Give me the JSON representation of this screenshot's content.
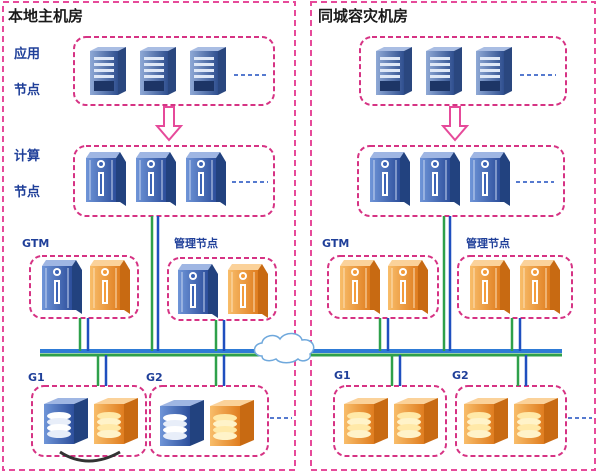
{
  "colors": {
    "site_border": "#e64a9a",
    "group_border": "#d63384",
    "blue_device": "#3b63b5",
    "orange_device": "#f39b3a",
    "network_line": "#2e7bd6",
    "link_green": "#2ea04a",
    "link_blue": "#1f4fbf",
    "arrow": "#e64a9a",
    "label": "#1f3f99"
  },
  "sites": {
    "local": {
      "title": "本地主机房",
      "app_label_1": "应用",
      "app_label_2": "节点",
      "compute_label_1": "计算",
      "compute_label_2": "节点",
      "gtm_label": "GTM",
      "mgmt_label": "管理节点",
      "g1_label": "G1",
      "g2_label": "G2"
    },
    "remote": {
      "title": "同城容灾机房",
      "gtm_label": "GTM",
      "mgmt_label": "管理节点",
      "g1_label": "G1",
      "g2_label": "G2"
    }
  },
  "icons": {
    "application_server": "tower-server-icon",
    "compute_node": "blade-server-icon",
    "storage_node": "disk-storage-icon",
    "network": "cloud-icon"
  }
}
